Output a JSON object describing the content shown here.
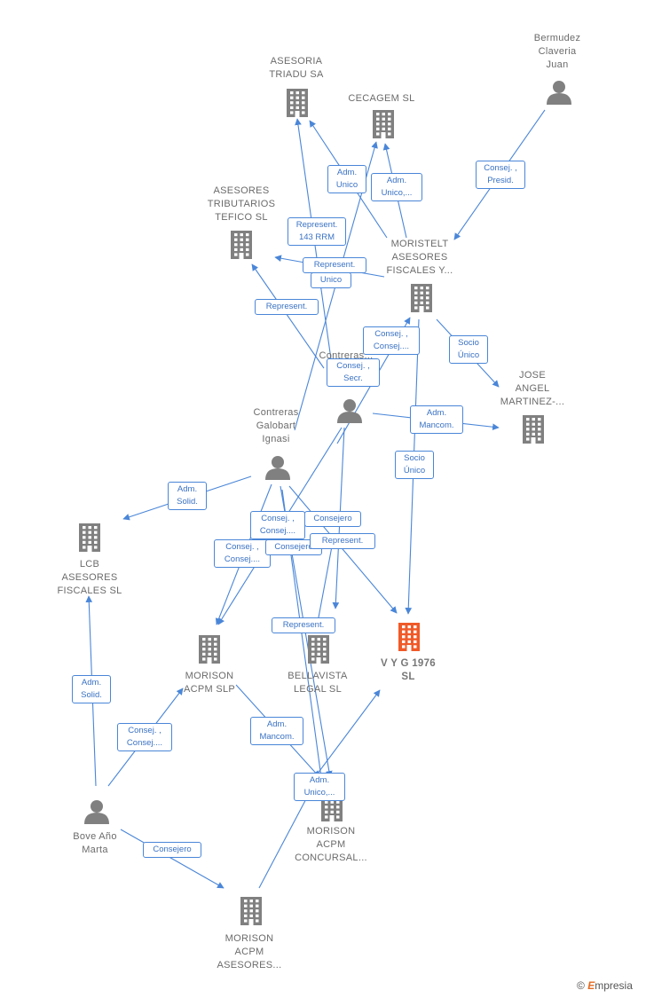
{
  "nodes": {
    "asesoria_triadu": {
      "label_lines": [
        "ASESORIA",
        "TRIADU SA"
      ],
      "type": "company"
    },
    "cecagem": {
      "label_lines": [
        "CECAGEM  SL"
      ],
      "type": "company"
    },
    "bermudez": {
      "label_lines": [
        "Bermudez",
        "Claveria",
        "Juan"
      ],
      "type": "person"
    },
    "asesores_tributarios": {
      "label_lines": [
        "ASESORES",
        "TRIBUTARIOS",
        "TEFICO  SL"
      ],
      "type": "company"
    },
    "moristelt": {
      "label_lines": [
        "MORISTELT",
        "ASESORES",
        "FISCALES Y..."
      ],
      "type": "company"
    },
    "contreras": {
      "label_lines": [
        "Contreras..."
      ],
      "type": "person"
    },
    "jose_angel": {
      "label_lines": [
        "JOSE",
        "ANGEL",
        "MARTINEZ-..."
      ],
      "type": "company"
    },
    "contreras_galobart": {
      "label_lines": [
        "Contreras",
        "Galobart",
        "Ignasi"
      ],
      "type": "person"
    },
    "lcb": {
      "label_lines": [
        "LCB",
        "ASESORES",
        "FISCALES  SL"
      ],
      "type": "company"
    },
    "morison_slp": {
      "label_lines": [
        "MORISON",
        "ACPM  SLP"
      ],
      "type": "company"
    },
    "bellavista": {
      "label_lines": [
        "BELLAVISTA",
        "LEGAL SL"
      ],
      "type": "company"
    },
    "vyg": {
      "label_lines": [
        "V Y G 1976",
        "SL"
      ],
      "type": "target"
    },
    "morison_concursal": {
      "label_lines": [
        "MORISON",
        "ACPM",
        "CONCURSAL..."
      ],
      "type": "company"
    },
    "bove": {
      "label_lines": [
        "Bove Año",
        "Marta"
      ],
      "type": "person"
    },
    "morison_asesores": {
      "label_lines": [
        "MORISON",
        "ACPM",
        "ASESORES..."
      ],
      "type": "company"
    }
  },
  "edge_labels": [
    {
      "id": "e1",
      "lines": [
        "Consej. ,",
        "Presid."
      ]
    },
    {
      "id": "e2",
      "lines": [
        "Adm.",
        "Unico"
      ]
    },
    {
      "id": "e3",
      "lines": [
        "Adm.",
        "Unico,..."
      ]
    },
    {
      "id": "e4",
      "lines": [
        "Represent.",
        "143 RRM"
      ]
    },
    {
      "id": "e5",
      "lines": [
        "Represent."
      ]
    },
    {
      "id": "e6",
      "lines": [
        "Unico"
      ]
    },
    {
      "id": "e7",
      "lines": [
        "Represent."
      ]
    },
    {
      "id": "e8",
      "lines": [
        "Consej. ,",
        "Consej...."
      ]
    },
    {
      "id": "e9",
      "lines": [
        "Consej. ,",
        "Secr."
      ]
    },
    {
      "id": "e10",
      "lines": [
        "Socio",
        "Único"
      ]
    },
    {
      "id": "e11",
      "lines": [
        "Adm.",
        "Mancom."
      ]
    },
    {
      "id": "e12",
      "lines": [
        "Socio",
        "Único"
      ]
    },
    {
      "id": "e13",
      "lines": [
        "Adm.",
        "Solid."
      ]
    },
    {
      "id": "e14",
      "lines": [
        "Consej. ,",
        "Consej...."
      ]
    },
    {
      "id": "e15",
      "lines": [
        "Consejero"
      ]
    },
    {
      "id": "e16",
      "lines": [
        "Consej. ,",
        "Consej...."
      ]
    },
    {
      "id": "e17",
      "lines": [
        "Consejero"
      ]
    },
    {
      "id": "e18",
      "lines": [
        "Represent."
      ]
    },
    {
      "id": "e19",
      "lines": [
        "Represent."
      ]
    },
    {
      "id": "e20",
      "lines": [
        "Adm.",
        "Solid."
      ]
    },
    {
      "id": "e21",
      "lines": [
        "Consej. ,",
        "Consej...."
      ]
    },
    {
      "id": "e22",
      "lines": [
        "Adm.",
        "Mancom."
      ]
    },
    {
      "id": "e23",
      "lines": [
        "Adm.",
        "Unico,..."
      ]
    },
    {
      "id": "e24",
      "lines": [
        "Consejero"
      ]
    }
  ],
  "colors": {
    "edge": "#4a86d8",
    "node_gray": "#808080",
    "target": "#f05a28"
  },
  "footer": {
    "copyright": "©",
    "brand_first": "E",
    "brand_rest": "mpresia"
  }
}
